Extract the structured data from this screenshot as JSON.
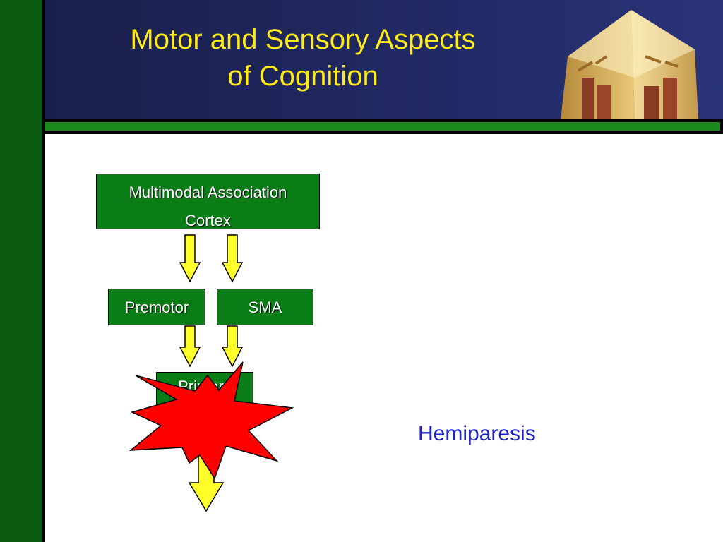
{
  "slide": {
    "title_line1": "Motor and Sensory Aspects",
    "title_line2": "of Cognition"
  },
  "diagram": {
    "association_line1": "Multimodal Association",
    "association_line2": "Cortex",
    "premotor": "Premotor",
    "sma": "SMA",
    "primary": "Primary",
    "lesion_icon": "explosion-icon",
    "colors": {
      "box": "#0b7d16",
      "arrow": "#ffff2a",
      "lesion": "#ff0000"
    }
  },
  "deficit": "Hemiparesis",
  "colors": {
    "title": "#ffeb1a",
    "header": "#1a1f4a",
    "sidebar": "#0b5c12",
    "deficit_text": "#1f25c6"
  }
}
